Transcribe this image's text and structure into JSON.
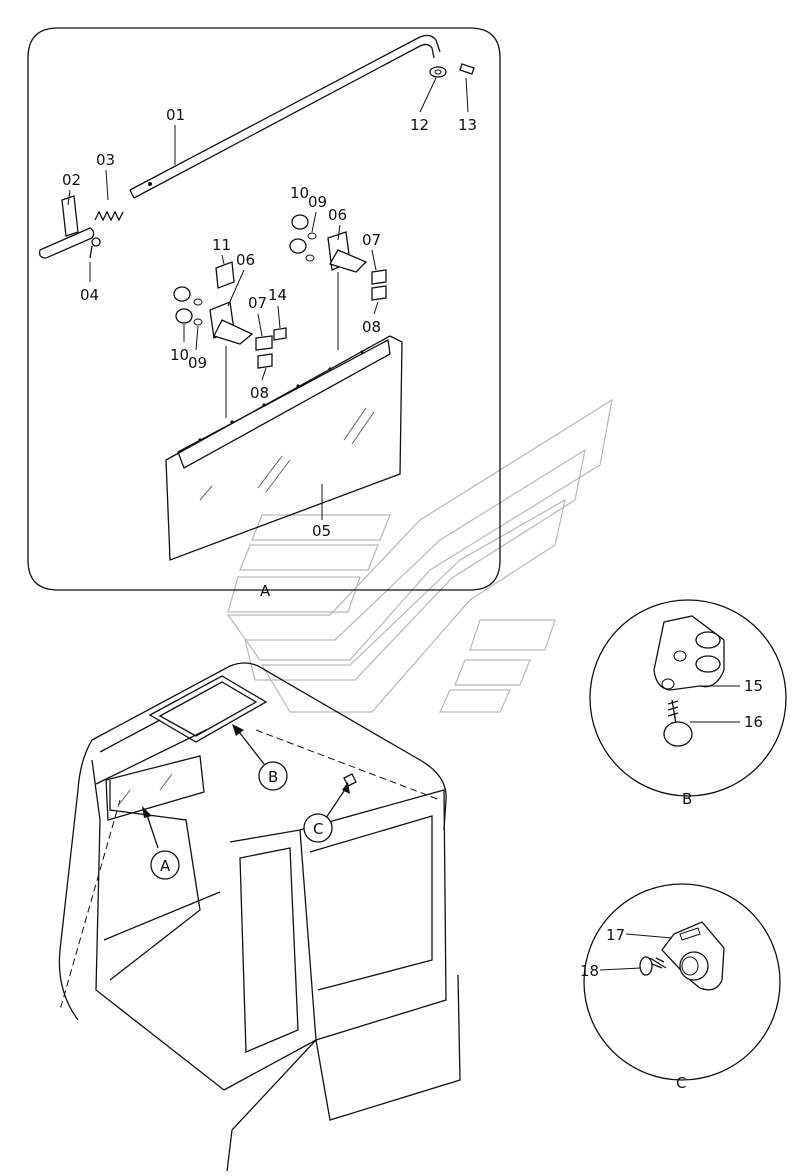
{
  "callouts": {
    "p01": "01",
    "p02": "02",
    "p03": "03",
    "p04": "04",
    "p05": "05",
    "p06a": "06",
    "p06b": "06",
    "p07a": "07",
    "p07b": "07",
    "p08a": "08",
    "p08b": "08",
    "p09a": "09",
    "p09b": "09",
    "p10a": "10",
    "p10b": "10",
    "p11": "11",
    "p12": "12",
    "p13": "13",
    "p14": "14",
    "p15": "15",
    "p16": "16",
    "p17": "17",
    "p18": "18"
  },
  "view_labels": {
    "A_detail": "A",
    "B_detail": "B",
    "C_detail": "C",
    "A_bubble": "A",
    "B_bubble": "B",
    "C_bubble": "C"
  }
}
